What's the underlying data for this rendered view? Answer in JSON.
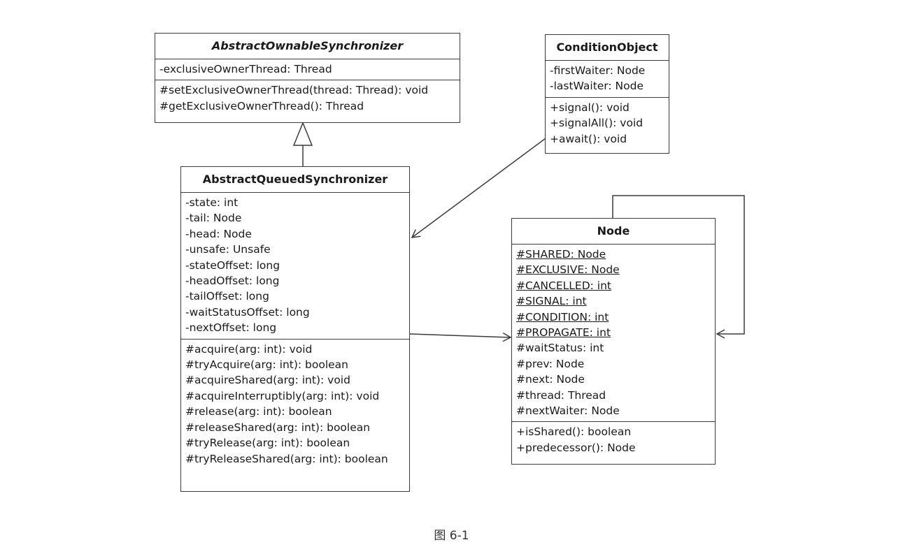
{
  "classes": {
    "aos": {
      "name": "AbstractOwnableSynchronizer",
      "attributes": [
        "-exclusiveOwnerThread: Thread"
      ],
      "methods": [
        "#setExclusiveOwnerThread(thread: Thread): void",
        "#getExclusiveOwnerThread(): Thread"
      ]
    },
    "cond": {
      "name": "ConditionObject",
      "attributes": [
        "-firstWaiter: Node",
        "-lastWaiter: Node"
      ],
      "methods": [
        "+signal(): void",
        "+signalAll(): void",
        "+await(): void"
      ]
    },
    "aqs": {
      "name": "AbstractQueuedSynchronizer",
      "attributes": [
        "-state: int",
        "-tail: Node",
        "-head: Node",
        "-unsafe: Unsafe",
        "-stateOffset: long",
        "-headOffset: long",
        "-tailOffset: long",
        "-waitStatusOffset: long",
        "-nextOffset: long"
      ],
      "methods": [
        "#acquire(arg: int): void",
        "#tryAcquire(arg: int): boolean",
        "#acquireShared(arg: int): void",
        "#acquireInterruptibly(arg: int): void",
        "#release(arg: int): boolean",
        "#releaseShared(arg: int): boolean",
        "#tryRelease(arg: int): boolean",
        "#tryReleaseShared(arg: int): boolean"
      ]
    },
    "node": {
      "name": "Node",
      "attributes": [
        "#SHARED: Node",
        "#EXCLUSIVE: Node",
        "#CANCELLED: int",
        "#SIGNAL: int",
        "#CONDITION: int",
        "#PROPAGATE: int",
        "#waitStatus: int",
        "#prev: Node",
        "#next: Node",
        "#thread: Thread",
        "#nextWaiter: Node"
      ],
      "static_attribute_count": 6,
      "methods": [
        "+isShared(): boolean",
        "+predecessor(): Node"
      ]
    }
  },
  "caption": "图 6-1",
  "colors": {
    "line": "#3a3a3a",
    "text": "#1a1a1a",
    "background": "#ffffff"
  }
}
